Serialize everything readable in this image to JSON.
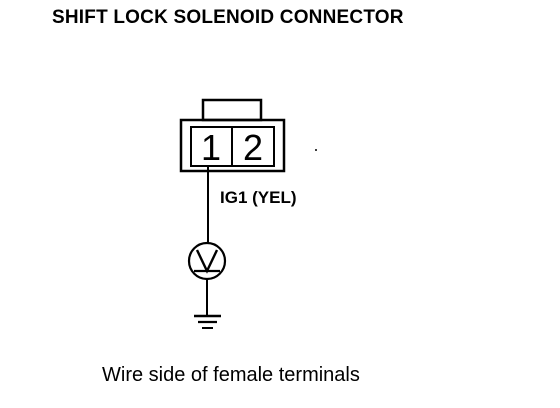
{
  "title": "SHIFT LOCK SOLENOID CONNECTOR",
  "connector": {
    "terminals": [
      "1",
      "2"
    ]
  },
  "wire": {
    "label": "IG1 (YEL)"
  },
  "meter": {
    "symbol": "V",
    "icon": "voltmeter-icon"
  },
  "ground": {
    "icon": "ground-icon"
  },
  "caption": "Wire side of female terminals",
  "colors": {
    "ink": "#000000",
    "background": "#ffffff"
  }
}
